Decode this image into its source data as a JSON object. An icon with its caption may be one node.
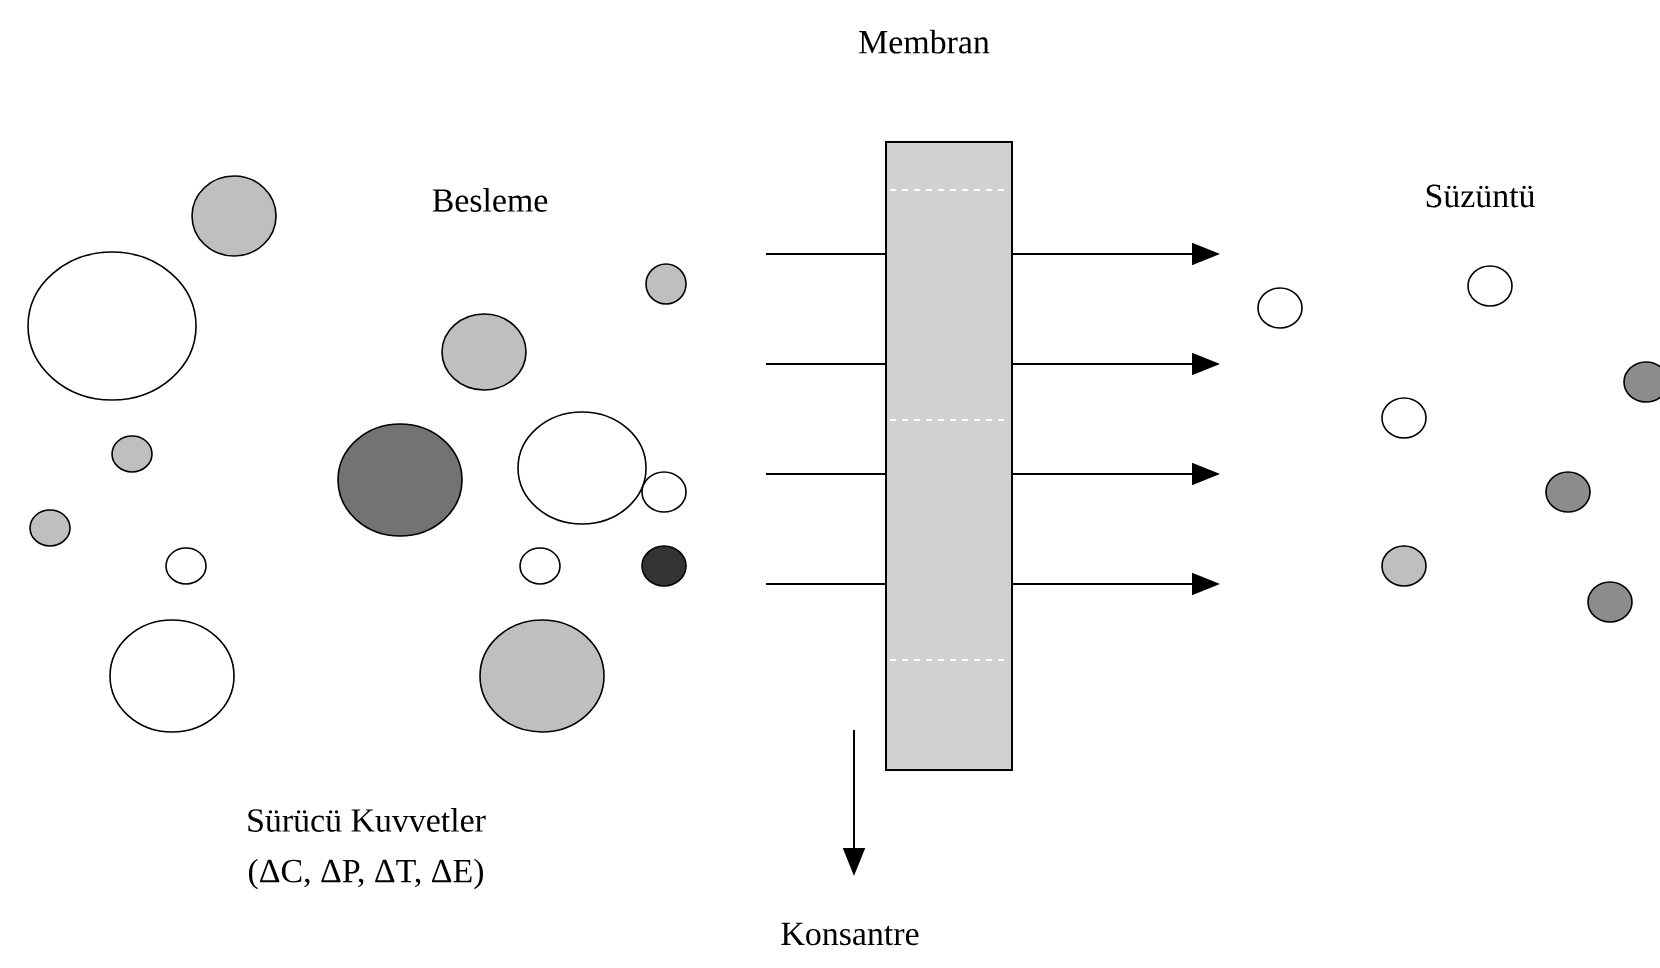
{
  "diagram": {
    "nodes": [
      {
        "text": [
          "Membran"
        ]
      }
    ],
    "labels": [
      "Besleme",
      "Süzüntü",
      "Sürücü  Kuvvetler",
      "(ΔC, ΔP, ΔT, ΔE)",
      "Konsantre"
    ]
  }
}
